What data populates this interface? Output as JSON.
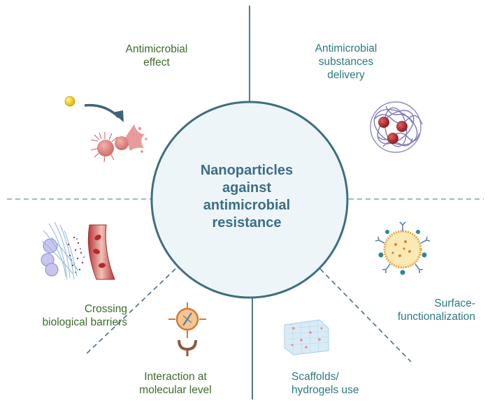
{
  "center": {
    "lines": [
      "Nanoparticles",
      "against",
      "antimicrobial",
      "resistance"
    ]
  },
  "sections": {
    "antimicrobial_effect": [
      "Antimicrobial",
      "effect"
    ],
    "substances_delivery": [
      "Antimicrobial",
      "substances",
      "delivery"
    ],
    "crossing_barriers": [
      "Crossing",
      "biological barriers"
    ],
    "surface_functionalization": [
      "Surface-",
      "functionalization"
    ],
    "molecular_interaction": [
      "Interaction at",
      "molecular level"
    ],
    "scaffolds_hydrogels": [
      "Scaffolds/",
      "hydrogels use"
    ]
  },
  "colors": {
    "circle_stroke": "#3e6f7e",
    "circle_fill": "#eef5f8",
    "center_text": "#3b6e86",
    "green_label": "#3c6b2a",
    "teal_label": "#2b7a80",
    "divider": "#4d7a8a"
  },
  "icons": {
    "antimicrobial_effect": "nanoparticle-attacking-bacterium-icon",
    "substances_delivery": "polymer-nanocarrier-icon",
    "crossing_barriers": "blood-vessel-barrier-icon",
    "surface_functionalization": "functionalized-liposome-icon",
    "molecular_interaction": "molecular-targeting-icon",
    "scaffolds_hydrogels": "hydrogel-scaffold-icon"
  }
}
